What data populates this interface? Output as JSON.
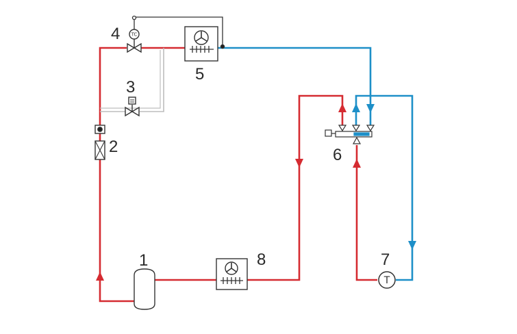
{
  "labels": {
    "receiver": "1",
    "filter_sight": "2",
    "solenoid_valve": "3",
    "expansion_valve": "4",
    "evaporator": "5",
    "four_way_valve": "6",
    "compressor": "7",
    "condenser": "8"
  },
  "symbols": {
    "expansion_sensor": "TC",
    "compressor": "T"
  },
  "colors": {
    "hot": "#d52b31",
    "cold": "#1d8fc8",
    "line": "#333333",
    "bypass": "#bdbdbd"
  }
}
